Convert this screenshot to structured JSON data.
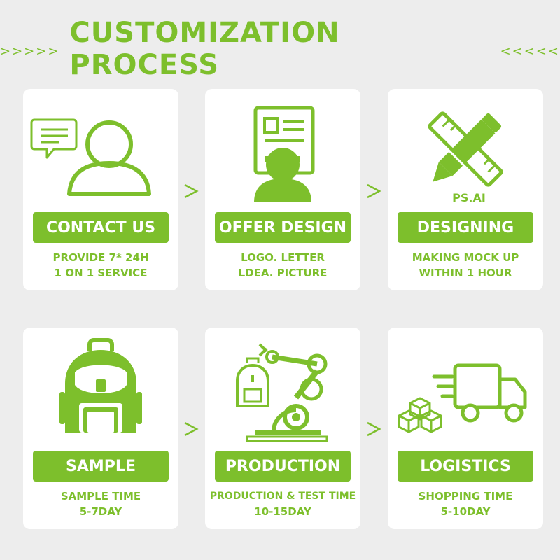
{
  "header": {
    "left_chevrons": ">>>>>",
    "title": "CUSTOMIZATION PROCESS",
    "right_chevrons": "<<<<<"
  },
  "colors": {
    "accent": "#7dbf2c",
    "background": "#ededed",
    "card": "#ffffff"
  },
  "steps": [
    {
      "label": "CONTACT US",
      "line1": "PROVIDE 7* 24H",
      "line2": "1 ON 1 SERVICE",
      "icon": "person-chat-icon"
    },
    {
      "label": "OFFER DESIGN",
      "line1": "LOGO. LETTER",
      "line2": "LDEA. PICTURE",
      "icon": "designer-document-icon"
    },
    {
      "label": "DESIGNING",
      "line1": "MAKING MOCK UP",
      "line2": "WITHIN 1 HOUR",
      "icon": "pencil-ruler-icon",
      "icon_text": "PS.AI"
    },
    {
      "label": "SAMPLE",
      "line1": "SAMPLE TIME",
      "line2": "5-7DAY",
      "icon": "backpack-icon"
    },
    {
      "label": "PRODUCTION",
      "line1": "PRODUCTION & TEST TIME",
      "line2": "10-15DAY",
      "icon": "robot-arm-icon"
    },
    {
      "label": "LOGISTICS",
      "line1": "SHOPPING TIME",
      "line2": "5-10DAY",
      "icon": "delivery-truck-icon"
    }
  ],
  "arrow_glyph": ">"
}
